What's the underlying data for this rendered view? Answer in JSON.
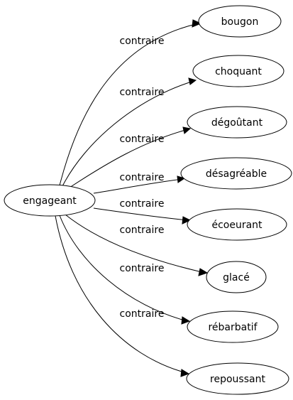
{
  "graph": {
    "source": {
      "label": "engageant"
    },
    "edges": [
      {
        "relation": "contraire",
        "target": "bougon"
      },
      {
        "relation": "contraire",
        "target": "choquant"
      },
      {
        "relation": "contraire",
        "target": "dégoûtant"
      },
      {
        "relation": "contraire",
        "target": "désagréable"
      },
      {
        "relation": "contraire",
        "target": "écoeurant"
      },
      {
        "relation": "contraire",
        "target": "glacé"
      },
      {
        "relation": "contraire",
        "target": "rébarbatif"
      },
      {
        "relation": "contraire",
        "target": "repoussant"
      }
    ]
  }
}
